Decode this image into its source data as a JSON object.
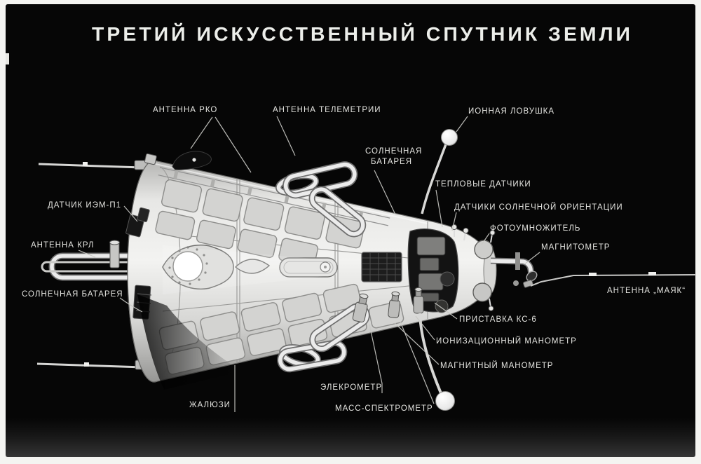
{
  "title": "ТРЕТИЙ ИСКУССТВЕННЫЙ СПУТНИК ЗЕМЛИ",
  "labels": {
    "antenna_rko": "АНТЕННА РКО",
    "antenna_telemetry": "АНТЕННА ТЕЛЕМЕТРИИ",
    "solar_battery_top_line1": "СОЛНЕЧНАЯ",
    "solar_battery_top_line2": "БАТАРЕЯ",
    "ion_trap": "ИОННАЯ ЛОВУШКА",
    "thermal_sensors": "ТЕПЛОВЫЕ ДАТЧИКИ",
    "sun_orientation_sensors": "ДАТЧИКИ СОЛНЕЧНОЙ ОРИЕНТАЦИИ",
    "photomultiplier": "ФОТОУМНОЖИТЕЛЬ",
    "magnetometer": "МАГНИТОМЕТР",
    "antenna_mayak": "АНТЕННА „МАЯК“",
    "ks6_attachment": "ПРИСТАВКА КС-6",
    "ionization_manometer": "ИОНИЗАЦИОННЫЙ МАНОМЕТР",
    "magnetic_manometer": "МАГНИТНЫЙ МАНОМЕТР",
    "electrometer": "ЭЛЕКРОМЕТР",
    "mass_spectrometer": "МАСС-СПЕКТРОМЕТР",
    "louvers": "ЖАЛЮЗИ",
    "iem_p1_sensor": "ДАТЧИК ИЭМ-П1",
    "antenna_krl": "АНТЕННА КРЛ",
    "solar_battery_left": "СОЛНЕЧНАЯ БАТАРЕЯ"
  },
  "colors": {
    "photo_background": "#060606",
    "print_border": "#f4f4f1",
    "label_text": "#e4e4e0",
    "leader_line": "#c9c9c4",
    "hull_highlight": "#f2f2f2",
    "hull_shadow": "#9a9a9a"
  }
}
